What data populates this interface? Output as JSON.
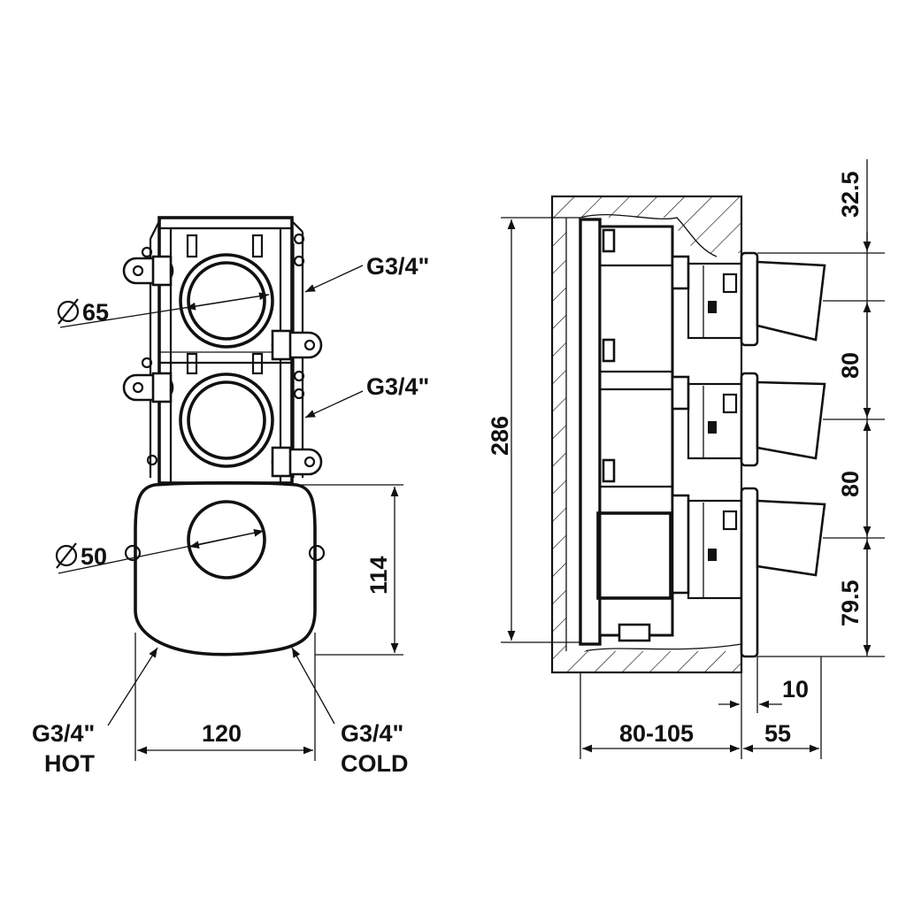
{
  "front_view": {
    "outlet_top_label": "G3/4\"",
    "outlet_middle_label": "G3/4\"",
    "port_diameter_label": "65",
    "handle_diameter_label": "50",
    "plate_height_label": "114",
    "plate_width_label": "120",
    "hot_thread_label": "G3/4\"",
    "hot_label": "HOT",
    "cold_thread_label": "G3/4\"",
    "cold_label": "COLD"
  },
  "side_view": {
    "overall_height_label": "286",
    "top_offset_label": "32.5",
    "spacing_upper_label": "80",
    "spacing_lower_label": "80",
    "bottom_offset_label": "79.5",
    "wall_depth_label": "80-105",
    "projection_label": "55",
    "plate_thickness_label": "10"
  }
}
